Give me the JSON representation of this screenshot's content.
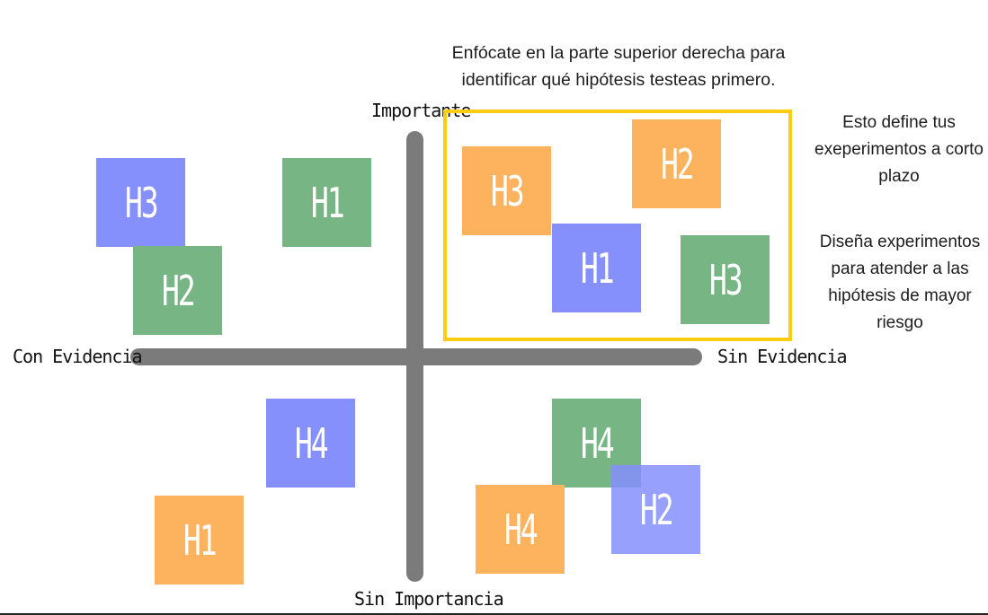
{
  "colors": {
    "blue": "#8590fd",
    "green": "#77b585",
    "orange": "#fdb25d",
    "yellow": "#fccc11",
    "axis": "#7b7b7b"
  },
  "axes": {
    "top": "Importante",
    "bottom": "Sin Importancia",
    "left": "Con Evidencia",
    "right": "Sin Evidencia"
  },
  "notes": {
    "top": "Enfócate en la parte superior derecha para identificar qué hipótesis testeas primero.",
    "right_1": "Esto define tus exeperimentos a corto plazo",
    "right_2": "Diseña experimentos para atender a las hipótesis de mayor riesgo"
  },
  "stickies": [
    {
      "label": "H3",
      "color": "blue"
    },
    {
      "label": "H2",
      "color": "green"
    },
    {
      "label": "H1",
      "color": "green"
    },
    {
      "label": "H3",
      "color": "orange"
    },
    {
      "label": "H2",
      "color": "orange"
    },
    {
      "label": "H1",
      "color": "blue"
    },
    {
      "label": "H3",
      "color": "green"
    },
    {
      "label": "H4",
      "color": "blue"
    },
    {
      "label": "H1",
      "color": "orange"
    },
    {
      "label": "H4",
      "color": "green"
    },
    {
      "label": "H4",
      "color": "orange"
    },
    {
      "label": "H2",
      "color": "blue"
    }
  ]
}
